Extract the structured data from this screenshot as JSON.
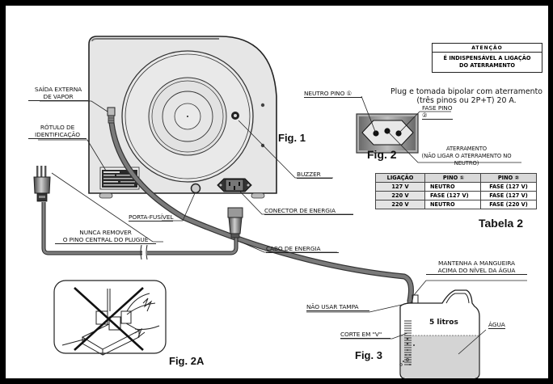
{
  "figures": {
    "fig1": "Fig. 1",
    "fig2": "Fig. 2",
    "fig2a": "Fig. 2A",
    "fig3": "Fig. 3",
    "table2": "Tabela 2"
  },
  "fig1_labels": {
    "steam_outlet_line1": "SAÍDA EXTERNA",
    "steam_outlet_line2": "DE VAPOR",
    "id_label_line1": "RÓTULO DE",
    "id_label_line2": "IDENTIFICAÇÃO",
    "buzzer": "BUZZER",
    "fuse_holder": "PORTA-FUSÍVEL",
    "power_connector": "CONECTOR DE ENERGIA",
    "power_cable": "CABO DE ENERGIA",
    "plug_warning_line1": "NUNCA REMOVER",
    "plug_warning_line2": "O PINO CENTRAL DO PLUGUE"
  },
  "warning_box": {
    "title": "ATENÇÃO",
    "line1": "É INDISPENSÁVEL A LIGAÇÃO",
    "line2": "DO ATERRAMENTO"
  },
  "fig2_labels": {
    "description_line1": "Plug e tomada bipolar com aterramento",
    "description_line2": "(três pinos ou 2P+T) 20 A.",
    "neutral_pin": "NEUTRO  PINO ①",
    "phase_pin": "FASE  PINO ②",
    "ground_line1": "ATERRAMENTO",
    "ground_line2": "(NÃO LIGAR O ATERRAMENTO NO NEUTRO)"
  },
  "table2": {
    "headers": [
      "LIGAÇÃO",
      "PINO ①",
      "PINO ②"
    ],
    "rows": [
      [
        "127 V",
        "NEUTRO",
        "FASE (127 V)"
      ],
      [
        "220 V",
        "FASE (127 V)",
        "FASE (127 V)"
      ],
      [
        "220 V",
        "NEUTRO",
        "FASE (220 V)"
      ]
    ]
  },
  "fig3_labels": {
    "keep_hose_line1": "MANTENHA A MANGUEIRA",
    "keep_hose_line2": "ACIMA DO NÍVEL DA ÁGUA",
    "no_cap": "NÃO USAR TAMPA",
    "v_cut": "CORTE  EM  \"V\"",
    "water": "ÁGUA",
    "capacity": "5 litros"
  },
  "colors": {
    "housing": "#e6e6e6",
    "water": "#d4d4d4",
    "hose": "#707070",
    "outline": "#222222"
  }
}
